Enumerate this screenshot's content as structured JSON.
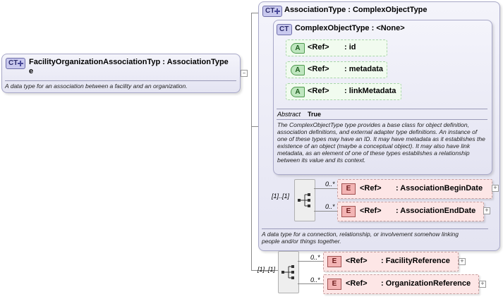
{
  "facility": {
    "badge": "CT",
    "name": "FacilityOrganizationAssociationTyp",
    "name_wrap": "e",
    "base_sep": " : ",
    "base": "AssociationType",
    "description": "A data type for an association between a facility and an organization."
  },
  "association": {
    "badge": "CT",
    "title": "AssociationType : ComplexObjectType",
    "description": "A data type for a connection, relationship, or involvement somehow linking people and/or things together.",
    "sequence_occurrence": "[1]..[1]",
    "elements": [
      {
        "badge": "E",
        "ref": "<Ref>",
        "name": ": AssociationBeginDate",
        "occurrence": "0..*"
      },
      {
        "badge": "E",
        "ref": "<Ref>",
        "name": ": AssociationEndDate",
        "occurrence": "0..*"
      }
    ]
  },
  "complex": {
    "badge": "CT",
    "title": "ComplexObjectType : <None>",
    "attributes": [
      {
        "badge": "A",
        "ref": "<Ref>",
        "name": ": id"
      },
      {
        "badge": "A",
        "ref": "<Ref>",
        "name": ": metadata"
      },
      {
        "badge": "A",
        "ref": "<Ref>",
        "name": ": linkMetadata"
      }
    ],
    "abstract_label": "Abstract",
    "abstract_value": "True",
    "description": "The ComplexObjectType type provides a base class for object definition, association definitions, and external adapter type definitions. An instance of one of these types may have an ID. It may have metadata as it establishes the existence of an object (maybe a conceptual object). It may also have link metadata, as an element of one of these types establishes a relationship between its value and its context."
  },
  "outer_sequence": {
    "occurrence": "[1]..[1]",
    "elements": [
      {
        "badge": "E",
        "ref": "<Ref>",
        "name": ": FacilityReference",
        "occurrence": "0..*"
      },
      {
        "badge": "E",
        "ref": "<Ref>",
        "name": ": OrganizationReference",
        "occurrence": "0..*"
      }
    ]
  },
  "icons": [
    "ct-icon",
    "attribute-icon",
    "element-icon",
    "sequence-icon",
    "expand-icon",
    "collapse-icon"
  ],
  "colors": {
    "ct_fill": "#e4e4f2",
    "attr_fill": "#f1fbef",
    "element_fill": "#fde6e6"
  }
}
